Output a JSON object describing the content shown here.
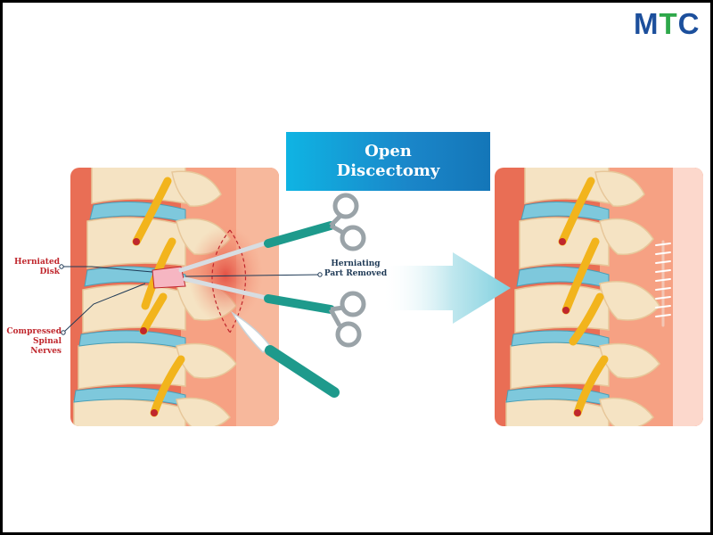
{
  "logo": {
    "letters": [
      "M",
      "T",
      "C"
    ],
    "colors": [
      "#1c4f9c",
      "#2ea84a",
      "#1c4f9c"
    ]
  },
  "banner": {
    "line1": "Open",
    "line2": "Discectomy"
  },
  "labels": {
    "herniated_disk_line1": "Herniated",
    "herniated_disk_line2": "Disk",
    "compressed_line1": "Compressed",
    "compressed_line2": "Spinal Nerves",
    "herniating_line1": "Herniating",
    "herniating_line2": "Part Removed"
  },
  "colors": {
    "background_panel": "#f0916c",
    "bone": "#f5e3c3",
    "disk": "#7ec8dc",
    "nerve": "#f2b41c",
    "instrument": "#1e9a8c",
    "arrow": "#8fd6e2",
    "label_red": "#c0272d",
    "label_navy": "#1f3a56"
  }
}
